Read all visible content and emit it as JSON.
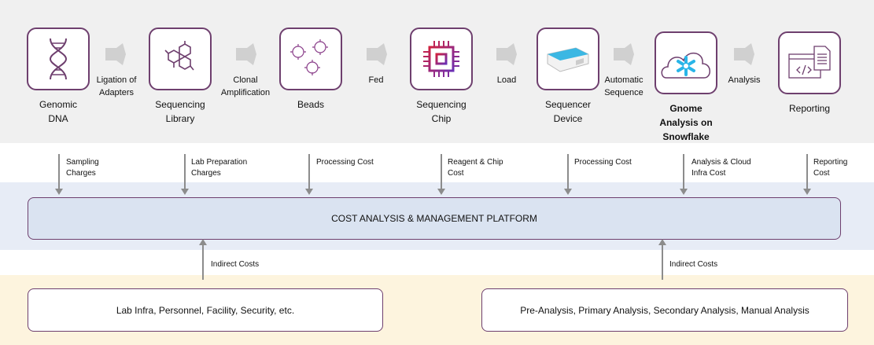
{
  "steps": [
    {
      "label": "Genomic DNA",
      "icon": "dna-icon"
    },
    {
      "label": "Sequencing Library",
      "icon": "hexagon-molecule-icon"
    },
    {
      "label": "Beads",
      "icon": "beads-icon"
    },
    {
      "label": "Sequencing Chip",
      "icon": "chip-icon"
    },
    {
      "label": "Sequencer Device",
      "icon": "sequencer-device-icon"
    },
    {
      "label": "Gnome Analysis on Snowflake",
      "icon": "snowflake-cloud-icon"
    },
    {
      "label": "Reporting",
      "icon": "report-code-icon"
    }
  ],
  "transitions": [
    "Ligation of Adapters",
    "Clonal Amplification",
    "Fed",
    "Load",
    "Automatic Sequence",
    "Analysis"
  ],
  "costs": [
    "Sampling Charges",
    "Lab Preparation Charges",
    "Processing Cost",
    "Reagent & Chip Cost",
    "Processing Cost",
    "Analysis & Cloud Infra Cost",
    "Reporting Cost"
  ],
  "platform": "COST ANALYSIS & MANAGEMENT PLATFORM",
  "indirect": [
    "Indirect Costs",
    "Indirect Costs"
  ],
  "bottom_boxes": [
    "Lab Infra, Personnel, Facility, Security, etc.",
    "Pre-Analysis, Primary Analysis, Secondary Analysis, Manual Analysis"
  ],
  "colors": {
    "border": "#6e3f6e",
    "platform_fill": "#dae3f1",
    "snowflake": "#29b5e8",
    "chip": "#c0245c"
  }
}
